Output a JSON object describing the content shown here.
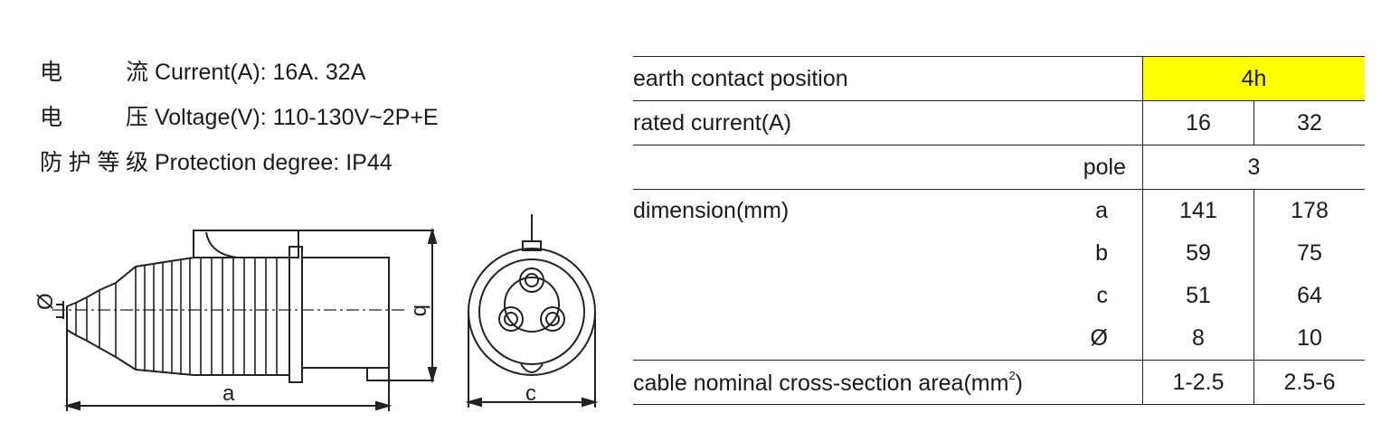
{
  "specs": {
    "current": {
      "cjk": [
        "电",
        "流"
      ],
      "text": "Current(A): 16A. 32A"
    },
    "voltage": {
      "cjk": [
        "电",
        "压"
      ],
      "text": "Voltage(V): 110-130V~2P+E"
    },
    "protection": {
      "cjk": [
        "防",
        "护",
        "等",
        "级"
      ],
      "text": "Protection degree: IP44"
    }
  },
  "drawing": {
    "label_diameter": "Ø",
    "label_a": "a",
    "label_b": "b",
    "label_c": "c"
  },
  "table": {
    "earth_label": "earth contact position",
    "earth_value": "4h",
    "current_label": "rated current(A)",
    "current_values": [
      "16",
      "32"
    ],
    "pole_label": "pole",
    "pole_value": "3",
    "dimension_label": "dimension(mm)",
    "dimensions": [
      {
        "key": "a",
        "values": [
          "141",
          "178"
        ]
      },
      {
        "key": "b",
        "values": [
          "59",
          "75"
        ]
      },
      {
        "key": "c",
        "values": [
          "51",
          "64"
        ]
      },
      {
        "key": "Ø",
        "values": [
          "8",
          "10"
        ]
      }
    ],
    "cable_label": "cable nominal cross-section area(mm",
    "cable_sup": "2",
    "cable_label_end": ")",
    "cable_values": [
      "1-2.5",
      "2.5-6"
    ]
  },
  "colors": {
    "highlight": "#ffff00",
    "line": "#222222"
  }
}
